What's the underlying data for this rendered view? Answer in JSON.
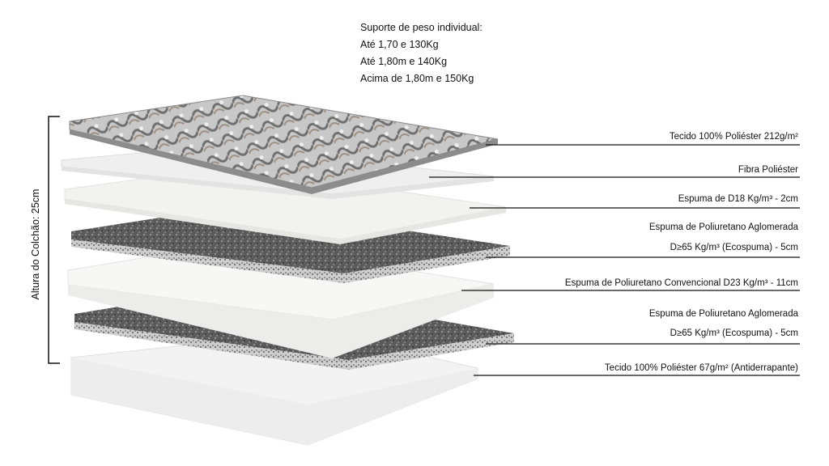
{
  "weight_support": {
    "title": "Suporte de peso individual:",
    "lines": [
      "Até 1,70 e 130Kg",
      "Até 1,80m e 140Kg",
      "Acima de 1,80m e 150Kg"
    ]
  },
  "height_label": "Altura do Colchão: 25cm",
  "layers": [
    {
      "label": "Tecido 100% Poliéster 212g/m²"
    },
    {
      "label": "Fibra Poliéster"
    },
    {
      "label": "Espuma de D18 Kg/m³ - 2cm"
    },
    {
      "label_line1": "Espuma de Poliuretano Aglomerada",
      "label_line2": "D≥65 Kg/m³ (Ecospuma) - 5cm"
    },
    {
      "label": "Espuma de Poliuretano Convencional D23 Kg/m³ - 11cm"
    },
    {
      "label_line1": "Espuma de Poliuretano Aglomerada",
      "label_line2": "D≥65 Kg/m³ (Ecospuma) - 5cm"
    },
    {
      "label": "Tecido 100% Poliéster 67g/m² (Antiderrapante)"
    }
  ],
  "colors": {
    "line": "#111111",
    "white_foam": "#f2f2f0",
    "gray_foam": "#5a5a5a",
    "quilt": "#b9b9b9"
  }
}
